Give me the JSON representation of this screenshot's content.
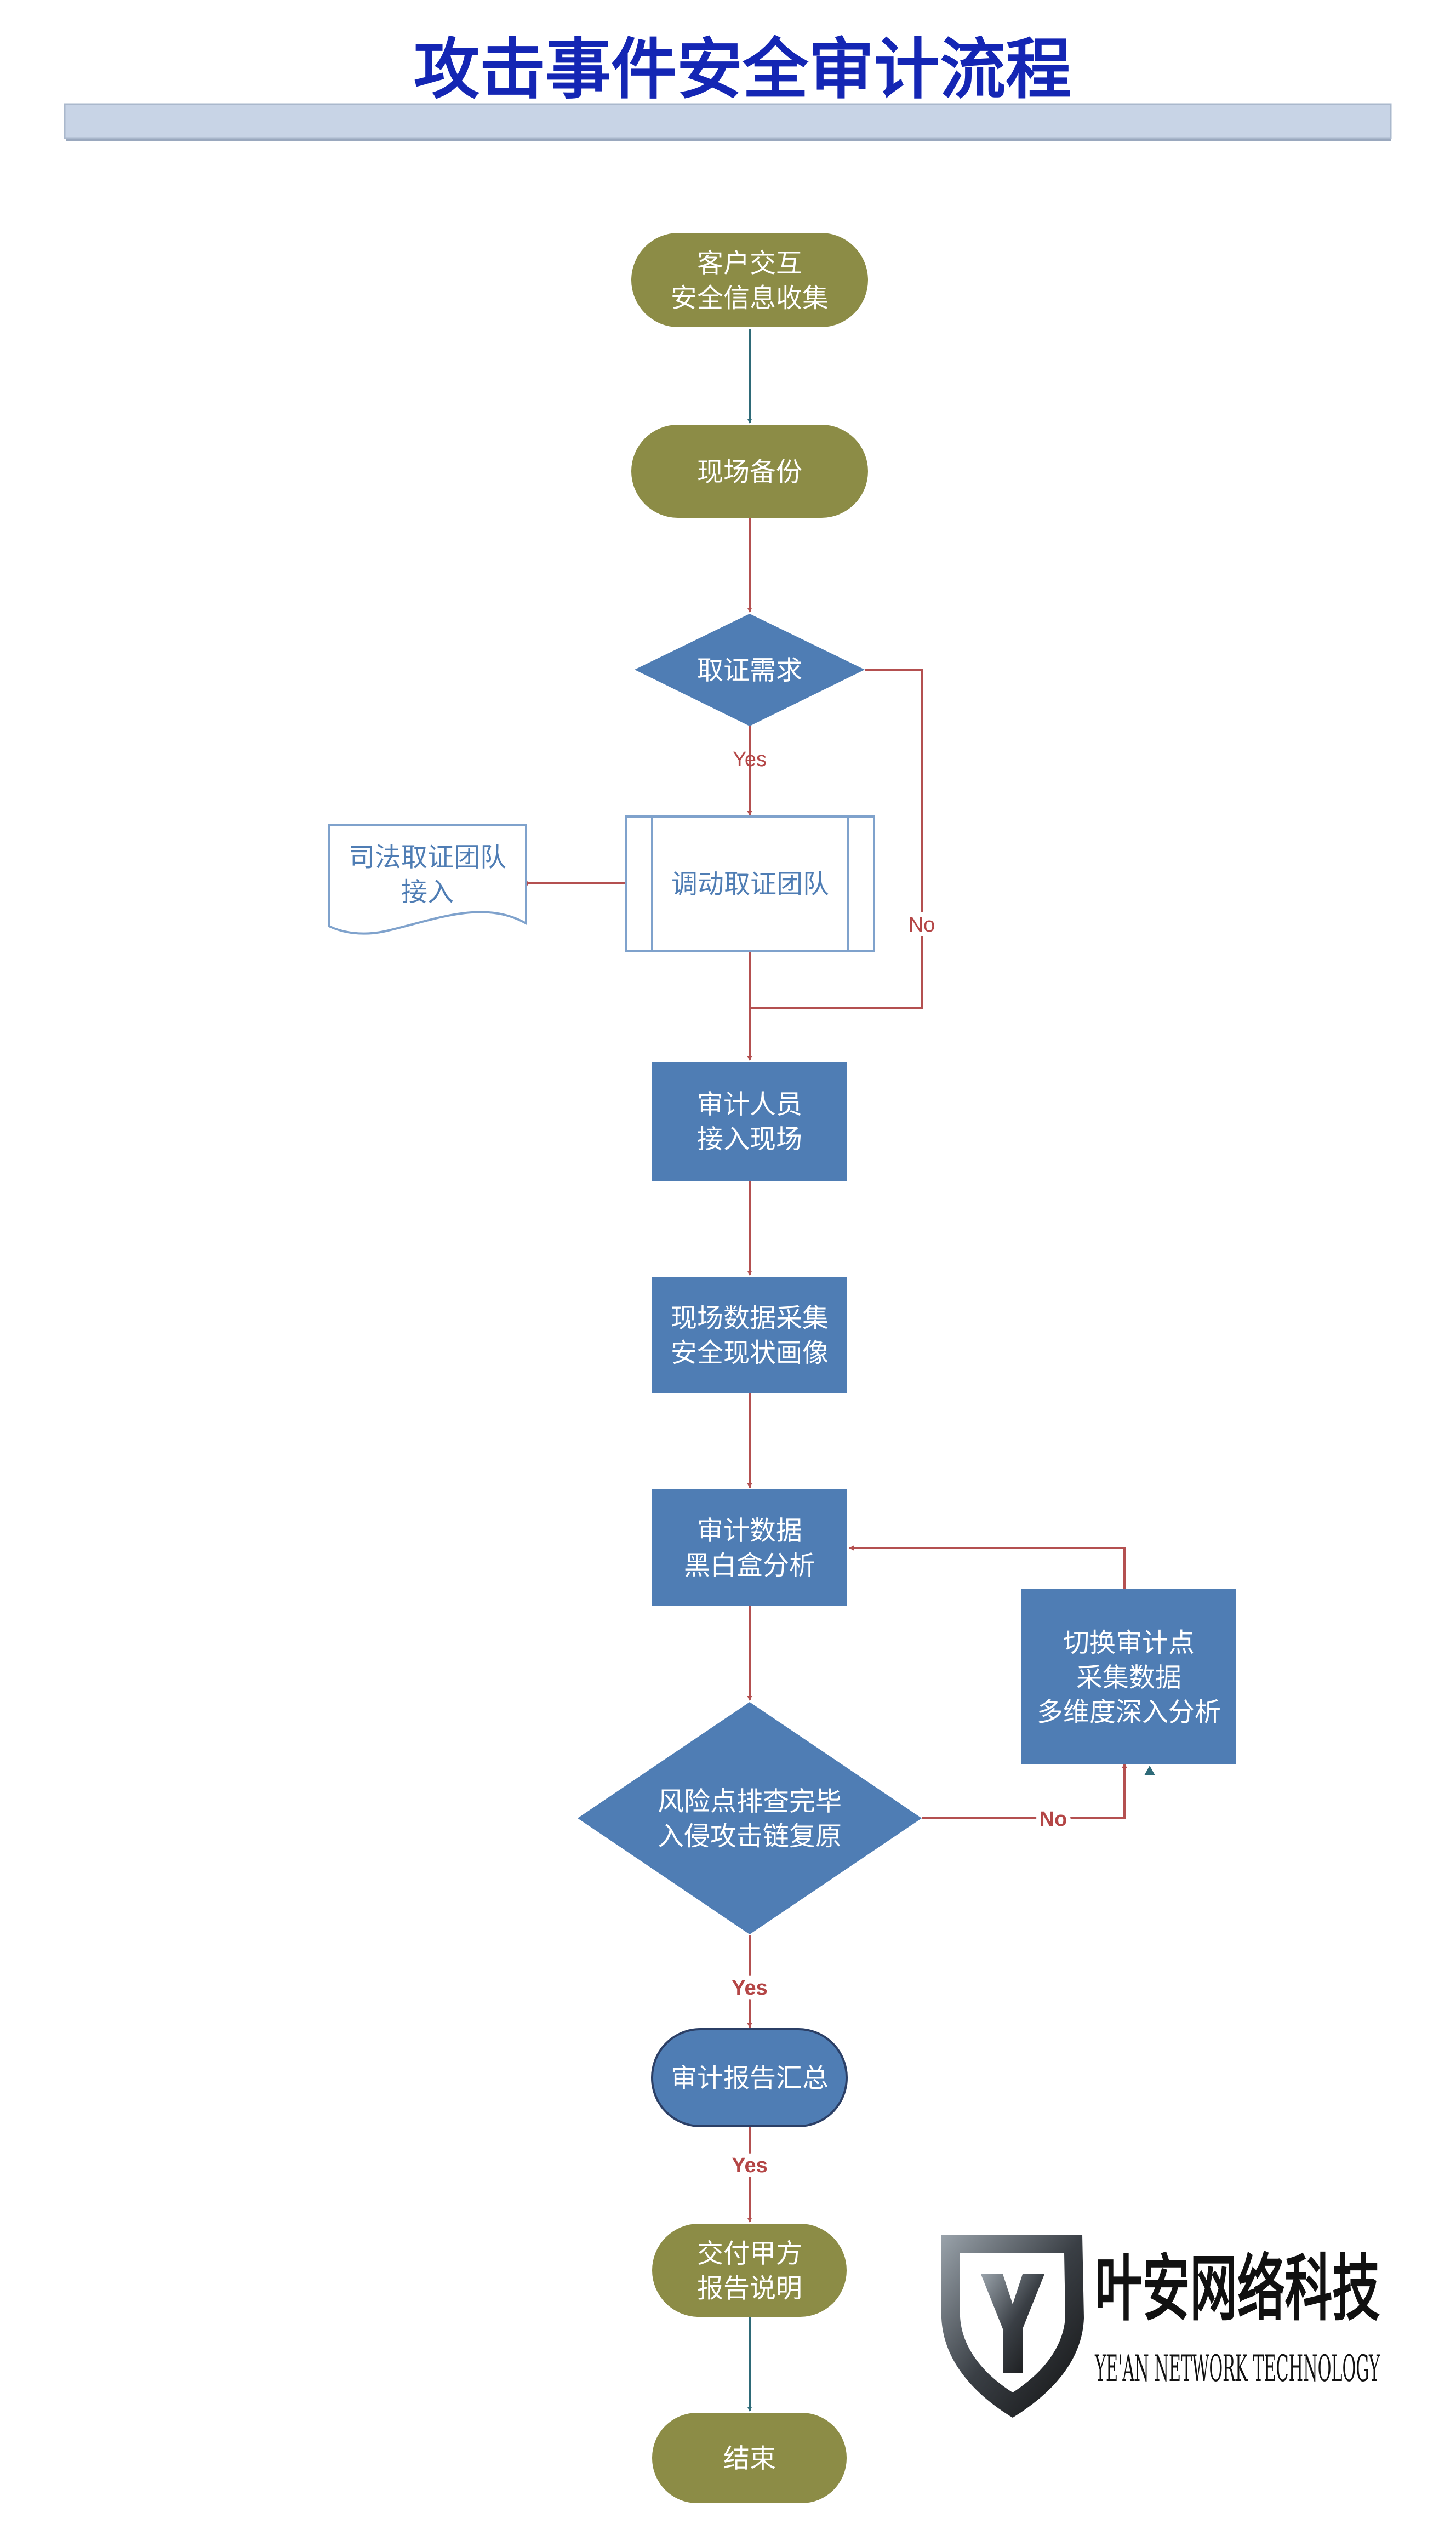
{
  "title": "攻击事件安全审计流程",
  "colors": {
    "title": "#1426b4",
    "banner": "#c8d4e6",
    "olive": "#8c8c46",
    "blue": "#4f7db4",
    "arrow_red": "#b45050",
    "arrow_teal": "#2e6a78",
    "doc_border": "#7fa2cc",
    "doc_text": "#4f7db4",
    "label_red": "#b44646",
    "logo_dark": "#111111"
  },
  "nodes": {
    "start": "客户交互\n安全信息收集",
    "backup": "现场备份",
    "forensic_need": "取证需求",
    "dispatch_team": "调动取证团队",
    "judicial_team": "司法取证团队\n接入",
    "auditor_arrive": "审计人员\n接入现场",
    "data_collect": "现场数据采集\n安全现状画像",
    "audit_data": "审计数据\n黑白盒分析",
    "switch_point": "切换审计点\n采集数据\n多维度深入分析",
    "risk_check": "风险点排查完毕\n入侵攻击链复原",
    "report_summary": "审计报告汇总",
    "deliver": "交付甲方\n报告说明",
    "end": "结束"
  },
  "labels": {
    "yes_1": "Yes",
    "no_1": "No",
    "no_2": "No",
    "yes_2": "Yes",
    "yes_3": "Yes"
  },
  "logo": {
    "name": "叶安网络科技",
    "subtitle": "YE'AN NETWORK TECHNOLOGY",
    "icon": "shield-y-icon"
  }
}
